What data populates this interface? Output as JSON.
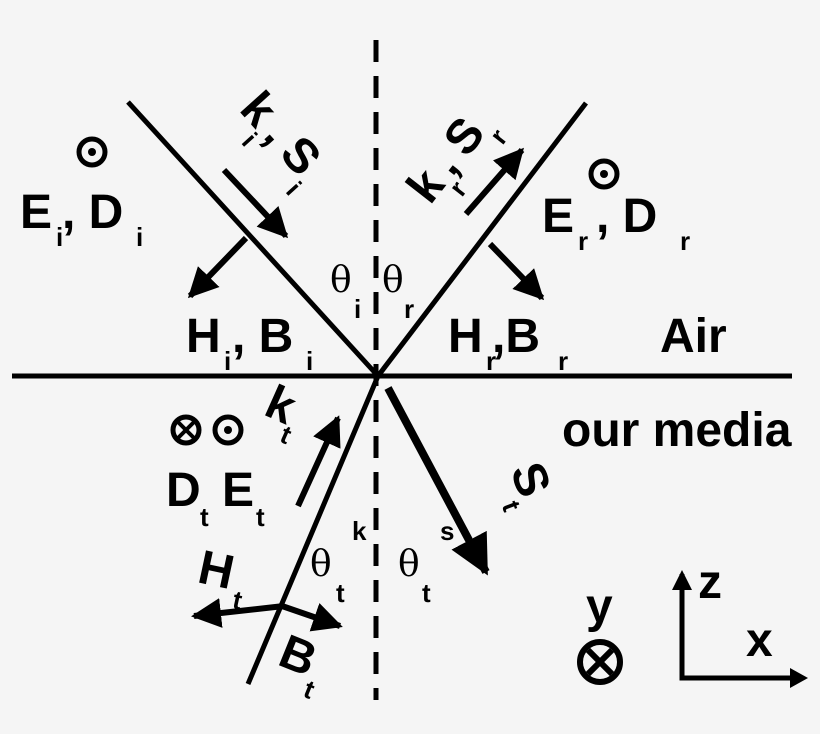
{
  "labels": {
    "ei_di": {
      "a": "E",
      "a_sub": "i",
      "b": ", D",
      "b_sub": "i"
    },
    "er_dr": {
      "a": "E",
      "a_sub": "r",
      "b": ", D",
      "b_sub": "r"
    },
    "hi_bi": {
      "a": "H",
      "a_sub": "i",
      "b": ", B",
      "b_sub": "i"
    },
    "hr_br": {
      "a": "H",
      "a_sub": "r",
      "b": ",B",
      "b_sub": "r"
    },
    "ki_si": {
      "k": "k",
      "k_sub": "i",
      "sep": ",",
      "s": "S",
      "s_sub": "i"
    },
    "kr_sr": {
      "k": "k",
      "k_sub": "r",
      "sep": ",",
      "s": "S",
      "s_sub": "r"
    },
    "kt": {
      "k": "k",
      "k_sub": "t"
    },
    "st": {
      "s": "S",
      "s_sub": "t"
    },
    "dt_et": {
      "a": "D",
      "a_sub": "t",
      "b": "E",
      "b_sub": "t"
    },
    "ht": {
      "a": "H",
      "a_sub": "t"
    },
    "bt": {
      "a": "B",
      "a_sub": "t"
    },
    "theta_i": {
      "t": "θ",
      "sub": "i"
    },
    "theta_r": {
      "t": "θ",
      "sub": "r"
    },
    "theta_t_k": {
      "t": "θ",
      "sub": "t",
      "sup": "k"
    },
    "theta_t_s": {
      "t": "θ",
      "sub": "t",
      "sup": "s"
    },
    "medium_air": "Air",
    "medium_other": "our media",
    "axis_z": "z",
    "axis_x": "x",
    "axis_y": "y"
  }
}
